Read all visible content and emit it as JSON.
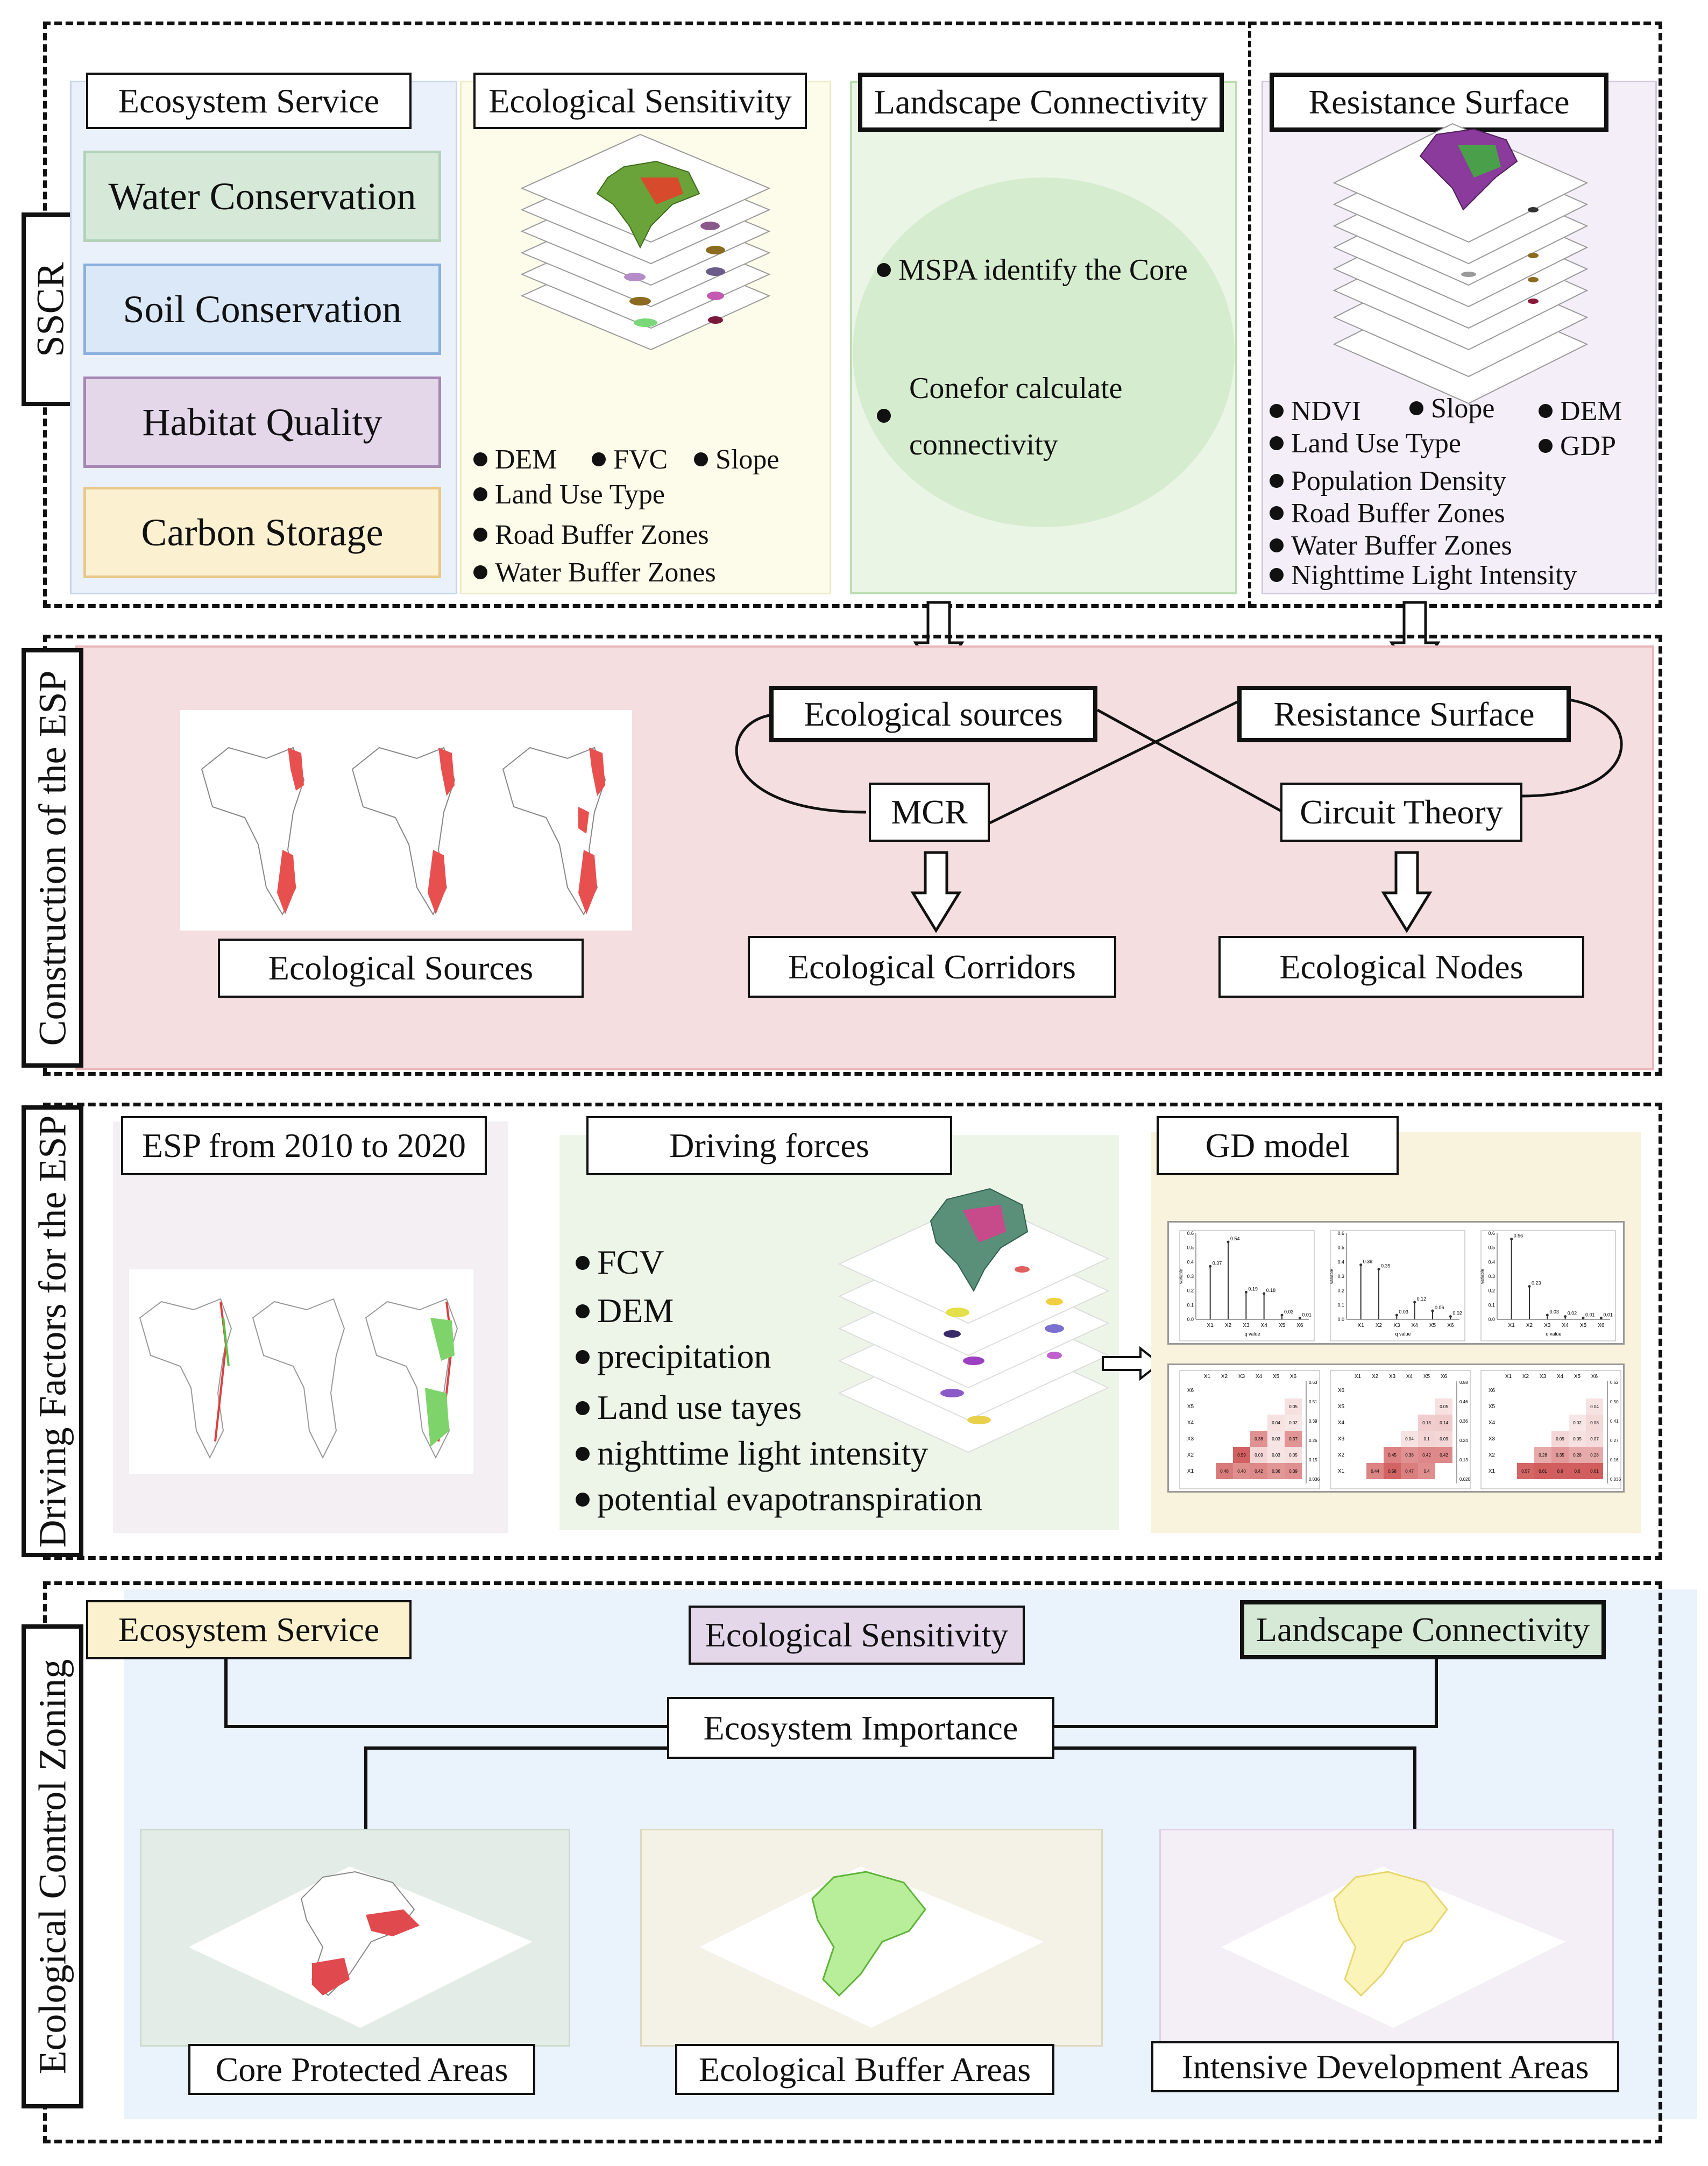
{
  "sections": {
    "sscr": "SSCR",
    "construction": "Construction of the ESP",
    "driving": "Driving Factors for the ESP",
    "zoning": "Ecological Control Zoning"
  },
  "sscr": {
    "ecosystem_service": {
      "title": "Ecosystem Service",
      "items": [
        "Water Conservation",
        "Soil Conservation",
        "Habitat Quality",
        "Carbon Storage"
      ]
    },
    "ecological_sensitivity": {
      "title": "Ecological Sensitivity",
      "factors": [
        "DEM",
        "FVC",
        "Slope",
        "Land Use Type",
        "Road Buffer Zones",
        "Water Buffer Zones"
      ]
    },
    "landscape_connectivity": {
      "title": "Landscape Connectivity",
      "items": [
        "MSPA identify the Core",
        "Conefor calculate",
        "connectivity"
      ]
    },
    "resistance_surface": {
      "title": "Resistance Surface",
      "factors": [
        "NDVI",
        "Slope",
        "DEM",
        "Land Use Type",
        "GDP",
        "Population Density",
        "Road Buffer Zones",
        "Water Buffer Zones",
        "Nighttime Light Intensity"
      ]
    }
  },
  "construction": {
    "ecological_sources_box": "Ecological sources",
    "resistance_surface_box": "Resistance Surface",
    "mcr": "MCR",
    "circuit_theory": "Circuit Theory",
    "out_sources": "Ecological Sources",
    "out_corridors": "Ecological Corridors",
    "out_nodes": "Ecological Nodes"
  },
  "driving": {
    "esp_title": "ESP from 2010 to 2020",
    "forces_title": "Driving forces",
    "forces": [
      "FCV",
      "DEM",
      "precipitation",
      "Land use tayes",
      "nighttime light intensity",
      "potential evapotranspiration"
    ],
    "gd_title": "GD model",
    "bar_charts": [
      {
        "labels": [
          "X1",
          "X2",
          "X3",
          "X4",
          "X5",
          "X6"
        ],
        "values": [
          0.37,
          0.54,
          0.19,
          0.18,
          0.03,
          0.01
        ],
        "value_labels": [
          "0.37",
          "0.54",
          "0.19",
          "0.18",
          "0.03",
          "0.01"
        ],
        "yticks": [
          "0.6",
          "0.5",
          "0.4",
          "0.3",
          "0.2",
          "0.1",
          "0.0"
        ],
        "ylabel": "variable",
        "xlabel": "q value"
      },
      {
        "labels": [
          "X1",
          "X2",
          "X3",
          "X4",
          "X5",
          "X6"
        ],
        "values": [
          0.38,
          0.35,
          0.03,
          0.12,
          0.06,
          0.02
        ],
        "value_labels": [
          "0.38",
          "0.35",
          "0.03",
          "0.12",
          "0.06",
          "0.02"
        ],
        "yticks": [
          "0.6",
          "0.5",
          "0.4",
          "0.3",
          "0.2",
          "0.1",
          "0.0"
        ],
        "ylabel": "variable",
        "xlabel": "q value"
      },
      {
        "labels": [
          "X1",
          "X2",
          "X3",
          "X4",
          "X5",
          "X6"
        ],
        "values": [
          0.56,
          0.23,
          0.03,
          0.02,
          0.01,
          0.01
        ],
        "value_labels": [
          "0.56",
          "0.23",
          "0.03",
          "0.02",
          "0.01",
          "0.01"
        ],
        "yticks": [
          "0.6",
          "0.5",
          "0.4",
          "0.3",
          "0.2",
          "0.1",
          "0.0"
        ],
        "ylabel": "variable",
        "xlabel": "q value"
      }
    ],
    "matrices": [
      {
        "cols": [
          "X1",
          "X2",
          "X3",
          "X4",
          "X5",
          "X6"
        ],
        "rows": [
          "X6",
          "X5",
          "X4",
          "X3",
          "X2",
          "X1"
        ],
        "scale": [
          "0.63",
          "0.51",
          "0.39",
          "0.26",
          "0.15",
          "0.036"
        ],
        "cells": [
          [
            "",
            "",
            "",
            "",
            "",
            ""
          ],
          [
            "",
            "",
            "",
            "",
            "",
            "0.05"
          ],
          [
            "",
            "",
            "",
            "",
            "0.04",
            "0.02"
          ],
          [
            "",
            "",
            "",
            "0.38",
            "0.03",
            "0.37"
          ],
          [
            "",
            "",
            "0.59",
            "0.09",
            "0.03",
            "0.05"
          ],
          [
            "",
            "0.48",
            "0.40",
            "0.42",
            "0.36",
            "0.39"
          ]
        ]
      },
      {
        "cols": [
          "X1",
          "X2",
          "X3",
          "X4",
          "X5",
          "X6"
        ],
        "rows": [
          "X6",
          "X5",
          "X4",
          "X3",
          "X2",
          "X1"
        ],
        "scale": [
          "0.58",
          "0.46",
          "0.36",
          "0.24",
          "0.13",
          "0.020"
        ],
        "cells": [
          [
            "",
            "",
            "",
            "",
            "",
            ""
          ],
          [
            "",
            "",
            "",
            "",
            "",
            "0.05"
          ],
          [
            "",
            "",
            "",
            "",
            "0.13",
            "0.14"
          ],
          [
            "",
            "",
            "",
            "0.04",
            "0.1",
            "0.09"
          ],
          [
            "",
            "",
            "0.45",
            "0.38",
            "0.42",
            "0.42"
          ],
          [
            "",
            "0.44",
            "0.58",
            "0.47",
            "0.4",
            ""
          ]
        ]
      },
      {
        "cols": [
          "X1",
          "X2",
          "X3",
          "X4",
          "X5",
          "X6"
        ],
        "rows": [
          "X6",
          "X5",
          "X4",
          "X3",
          "X2",
          "X1"
        ],
        "scale": [
          "0.62",
          "0.50",
          "0.41",
          "0.27",
          "0.16",
          "0.036"
        ],
        "cells": [
          [
            "",
            "",
            "",
            "",
            "",
            ""
          ],
          [
            "",
            "",
            "",
            "",
            "",
            "0.04"
          ],
          [
            "",
            "",
            "",
            "",
            "0.02",
            "0.08"
          ],
          [
            "",
            "",
            "",
            "0.09",
            "0.05",
            "0.07"
          ],
          [
            "",
            "",
            "0.28",
            "0.35",
            "0.28",
            "0.28"
          ],
          [
            "",
            "0.57",
            "0.61",
            "0.6",
            "0.6",
            "0.61"
          ]
        ]
      }
    ]
  },
  "zoning": {
    "ecosystem_service": "Ecosystem Service",
    "ecological_sensitivity": "Ecological Sensitivity",
    "landscape_connectivity": "Landscape Connectivity",
    "ecosystem_importance": "Ecosystem Importance",
    "core": "Core Protected Areas",
    "buffer": "Ecological Buffer Areas",
    "development": "Intensive Development Areas"
  }
}
